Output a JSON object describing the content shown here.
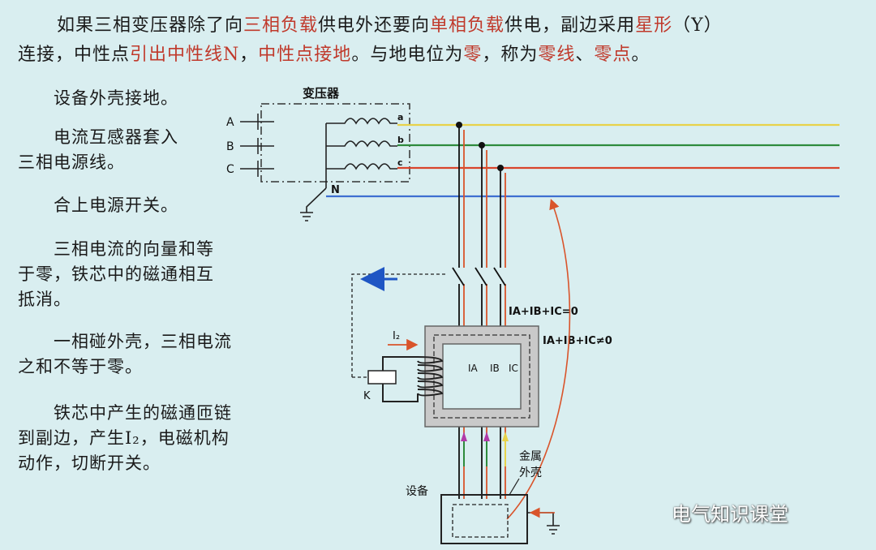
{
  "header": {
    "line1": [
      {
        "t": "如果三相变压器除了向",
        "hl": false
      },
      {
        "t": "三相负载",
        "hl": true
      },
      {
        "t": "供电外还要向",
        "hl": false
      },
      {
        "t": "单相负载",
        "hl": true
      },
      {
        "t": "供电，副边采用",
        "hl": false
      },
      {
        "t": "星形",
        "hl": true
      },
      {
        "t": "（Y）",
        "hl": false
      }
    ],
    "line2": [
      {
        "t": "连接，中性点",
        "hl": false
      },
      {
        "t": "引出中性线N",
        "hl": true
      },
      {
        "t": "，",
        "hl": false
      },
      {
        "t": "中性点接地",
        "hl": true
      },
      {
        "t": "。与地电位为",
        "hl": false
      },
      {
        "t": "零",
        "hl": true
      },
      {
        "t": "，称为",
        "hl": false
      },
      {
        "t": "零线",
        "hl": true
      },
      {
        "t": "、",
        "hl": false
      },
      {
        "t": "零点",
        "hl": true
      },
      {
        "t": "。",
        "hl": false
      }
    ]
  },
  "steps": {
    "s1": [
      "设备外壳接地。"
    ],
    "s2": [
      "电流互感器套入",
      "三相电源线。"
    ],
    "s3": [
      "合上电源开关。"
    ],
    "s4": [
      "三相电流的向量和等",
      "于零，铁芯中的磁通相互",
      "抵消。"
    ],
    "s5": [
      "一相碰外壳，三相电流",
      "之和不等于零。"
    ],
    "s6": [
      "铁芯中产生的磁通匝链",
      "到副边，产生I₂，电磁机构",
      "动作，切断开关。"
    ]
  },
  "diagram": {
    "transformer_label": "变压器",
    "phase_inputs": [
      "A",
      "B",
      "C"
    ],
    "winding_labels": [
      "a",
      "b",
      "c"
    ],
    "neutral_label": "N",
    "i2_label": "I₂",
    "relay_label": "K",
    "core_currents": [
      "IA",
      "IB",
      "IC"
    ],
    "sum_zero": "IA+IB+IC=0",
    "sum_nonzero": "IA+IB+IC≠0",
    "metal_case_label": [
      "金属",
      "外壳"
    ],
    "equipment_label": "设备"
  },
  "watermark": "电气知识课堂",
  "colors": {
    "background": "#d9eef0",
    "highlight": "#c0392b",
    "line_a": "#e8d24a",
    "line_b": "#2e8b3c",
    "line_c": "#d9442b",
    "line_n": "#3f6fd1",
    "current_arrow": "#d9542b"
  }
}
